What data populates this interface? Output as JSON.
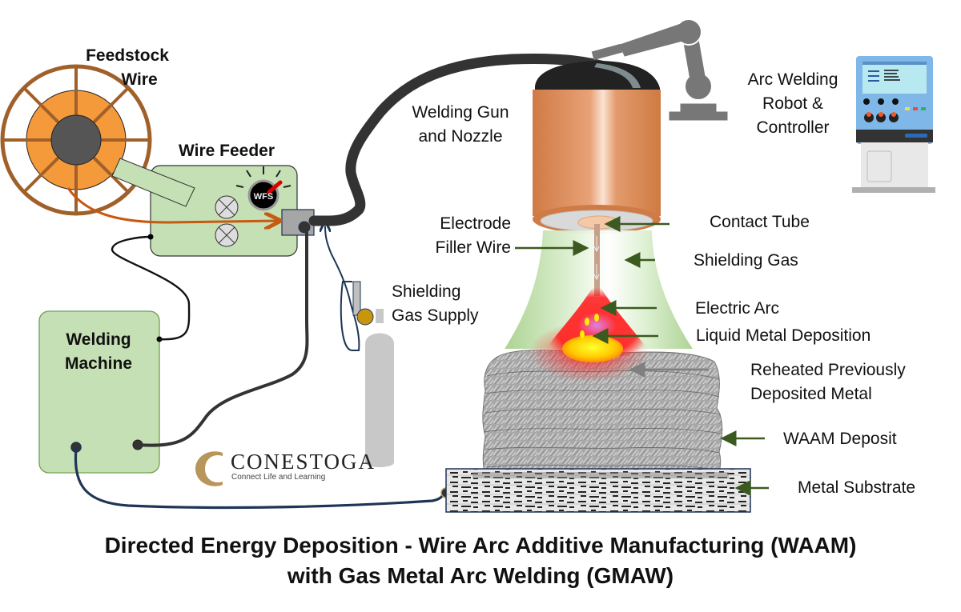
{
  "title": {
    "line1": "Directed Energy Deposition - Wire Arc Additive Manufacturing (WAAM)",
    "line2": "with Gas Metal Arc Welding (GMAW)"
  },
  "components": {
    "feedstock_wire": {
      "line1": "Feedstock",
      "line2": "Wire"
    },
    "wire_feeder": {
      "label": "Wire Feeder",
      "dial_label": "WFS"
    },
    "welding_machine": {
      "line1": "Welding",
      "line2": "Machine"
    },
    "welding_gun": {
      "line1": "Welding Gun",
      "line2": "and Nozzle"
    },
    "robot_controller": {
      "line1": "Arc Welding",
      "line2": "Robot &",
      "line3": "Controller"
    },
    "shielding_gas_supply": {
      "line1": "Shielding",
      "line2": "Gas Supply"
    },
    "electrode_filler_wire": {
      "line1": "Electrode",
      "line2": "Filler Wire"
    }
  },
  "callouts": [
    {
      "id": "contact-tube",
      "label": "Contact Tube"
    },
    {
      "id": "shielding-gas",
      "label": "Shielding Gas"
    },
    {
      "id": "electric-arc",
      "label": "Electric Arc"
    },
    {
      "id": "liquid-metal-deposition",
      "label": "Liquid Metal Deposition"
    },
    {
      "id": "reheated-metal",
      "line1": "Reheated Previously",
      "line2": "Deposited Metal"
    },
    {
      "id": "waam-deposit",
      "label": "WAAM Deposit"
    },
    {
      "id": "metal-substrate",
      "label": "Metal Substrate"
    }
  ],
  "logo": {
    "name": "CONESTOGA",
    "tagline": "Connect Life and Learning"
  },
  "colors": {
    "machine_fill": "#c5e0b4",
    "machine_stroke": "#70a050",
    "spool_rim": "#a0602a",
    "spool_core": "#f59a3a",
    "hub": "#555555",
    "feed_wire": "#c55a11",
    "cable_dark": "#333333",
    "cable_navy": "#1f3456",
    "nozzle": "#d9874f",
    "gas": "#a9d18e",
    "arc_red": "#ff1a1a",
    "pool_yellow": "#ffee00",
    "arrow_green": "#3a5a1f",
    "deposit_gray": "#a6a6a6",
    "controller_blue": "#7fb8e8",
    "logo_gold": "#b8955a"
  }
}
